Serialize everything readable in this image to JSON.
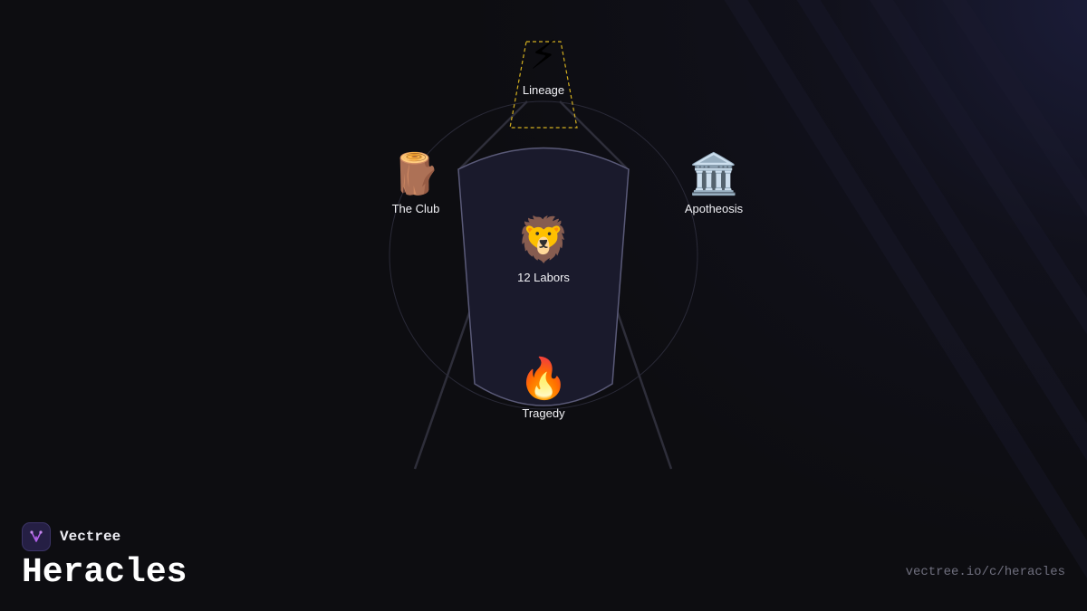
{
  "brand": {
    "name": "Vectree",
    "logo_icon": "vectree-tree-icon",
    "accent": "#b061e8"
  },
  "title": "Heracles",
  "url": "vectree.io/c/heracles",
  "diagram": {
    "center": {
      "emoji": "🦁",
      "label": "12 Labors",
      "icon": "lion-icon"
    },
    "nodes": [
      {
        "id": "lineage",
        "emoji": "⚡",
        "label": "Lineage",
        "icon": "lightning-icon",
        "highlighted": true
      },
      {
        "id": "club",
        "emoji": "🪵",
        "label": "The Club",
        "icon": "wood-log-icon"
      },
      {
        "id": "apotheosis",
        "emoji": "🏛️",
        "label": "Apotheosis",
        "icon": "classical-building-icon"
      },
      {
        "id": "tragedy",
        "emoji": "🔥",
        "label": "Tragedy",
        "icon": "fire-icon"
      }
    ]
  },
  "colors": {
    "background": "#0d0d11",
    "highlight_dash": "#d4b020",
    "shield_fill": "#1a1a2c",
    "shield_stroke": "#5a5a78"
  }
}
